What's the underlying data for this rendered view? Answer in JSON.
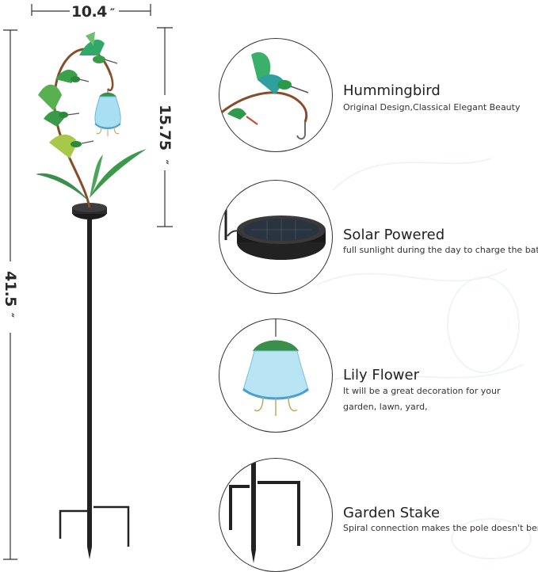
{
  "dimensions": {
    "width": "10.4",
    "width_mark": "″",
    "lantern_height": "15.75",
    "lantern_mark": "″",
    "total_height": "41.5",
    "total_mark": "″"
  },
  "features": [
    {
      "title": "Hummingbird",
      "description": "Original Design,Classical Elegant Beauty",
      "icon": "hummingbird-icon"
    },
    {
      "title": "Solar Powered",
      "description": "full sunlight during the day to charge the battery.",
      "icon": "solar-panel-icon"
    },
    {
      "title": "Lily Flower",
      "description_lines": [
        "It will be a great decoration for your",
        "garden, lawn, yard,"
      ],
      "icon": "lily-lamp-icon"
    },
    {
      "title": "Garden Stake",
      "description": "Spiral connection makes the pole doesn't bend.",
      "icon": "garden-stake-icon"
    }
  ],
  "colors": {
    "line": "#333333",
    "green": "#3a9a4a",
    "teal": "#2fb0a8",
    "copper": "#b0623a",
    "glass": "#9fd8f0"
  }
}
